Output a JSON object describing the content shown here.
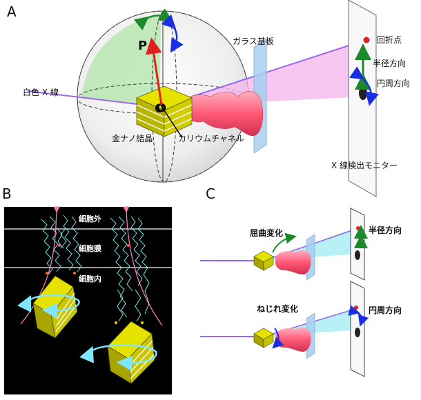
{
  "panels": {
    "a": {
      "letter": "A",
      "white_xray": "白色 X 線",
      "gold_nanocrystal": "金ナノ結晶",
      "potassium_channel": "カリウムチャネル",
      "glass_substrate": "ガラス基板",
      "diffraction_spot": "回折点",
      "radial_direction": "半径方向",
      "circumferential_direction": "円周方向",
      "xray_detector": "X 線検出モニター",
      "vector_p": "P",
      "origin_o": "O"
    },
    "b": {
      "letter": "B",
      "extracellular": "細胞外",
      "membrane": "細胞膜",
      "intracellular": "細胞内"
    },
    "c": {
      "letter": "C",
      "bending_change": "屈曲変化",
      "twisting_change": "ねじれ変化",
      "radial_direction": "半径方向",
      "circumferential_direction": "円周方向"
    }
  },
  "colors": {
    "xray_beam": "#9966ee",
    "sphere_green": "#b9e6b2",
    "gold": "#c8c400",
    "protein_pink": "#ff5a78",
    "diffraction_pink": "#f4b4ec",
    "diffraction_cyan": "#a8ecf6",
    "glass": "#a8cff0",
    "arrow_green": "#1d8a2a",
    "arrow_blue": "#1a2fe0",
    "arrow_red": "#e02020",
    "ribbon_cyan": "#7fe6e6"
  }
}
